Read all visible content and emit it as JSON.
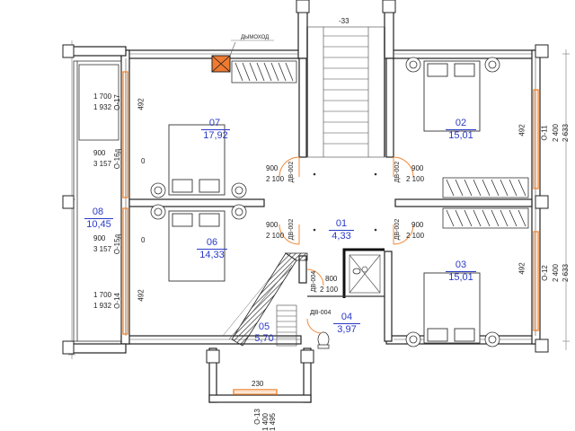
{
  "top_dim": "-33",
  "chimney_label": "ДЫМОХОД",
  "rooms": [
    {
      "id": "01",
      "area": "4,33"
    },
    {
      "id": "02",
      "area": "15,01"
    },
    {
      "id": "03",
      "area": "15,01"
    },
    {
      "id": "04",
      "area": "3,97"
    },
    {
      "id": "05",
      "area": "5,70"
    },
    {
      "id": "06",
      "area": "14,33"
    },
    {
      "id": "07",
      "area": "17,92"
    },
    {
      "id": "08",
      "area": "10,45"
    }
  ],
  "windows": {
    "o17": {
      "label": "О-17",
      "w": "1 700",
      "h": "1 932"
    },
    "o16": {
      "label": "О-16д",
      "w": "900",
      "h": "3 157"
    },
    "o15": {
      "label": "О-15д",
      "w": "900",
      "h": "3 157"
    },
    "o14": {
      "label": "О-14",
      "w": "1 700",
      "h": "1 932"
    },
    "o11": {
      "label": "О-11",
      "w": "2 400",
      "h": "2 633"
    },
    "o12": {
      "label": "О-12",
      "w": "2 400",
      "h": "2 633"
    },
    "o13": {
      "label": "О-13",
      "w": "1 400",
      "h": "1 495"
    }
  },
  "doors": {
    "dv002": "ДВ-002",
    "dv004": "ДВ-004",
    "d900": "900",
    "d2100": "2 100",
    "d800": "800"
  },
  "dims": {
    "d492": "492",
    "d0": "0",
    "d230": "230"
  }
}
